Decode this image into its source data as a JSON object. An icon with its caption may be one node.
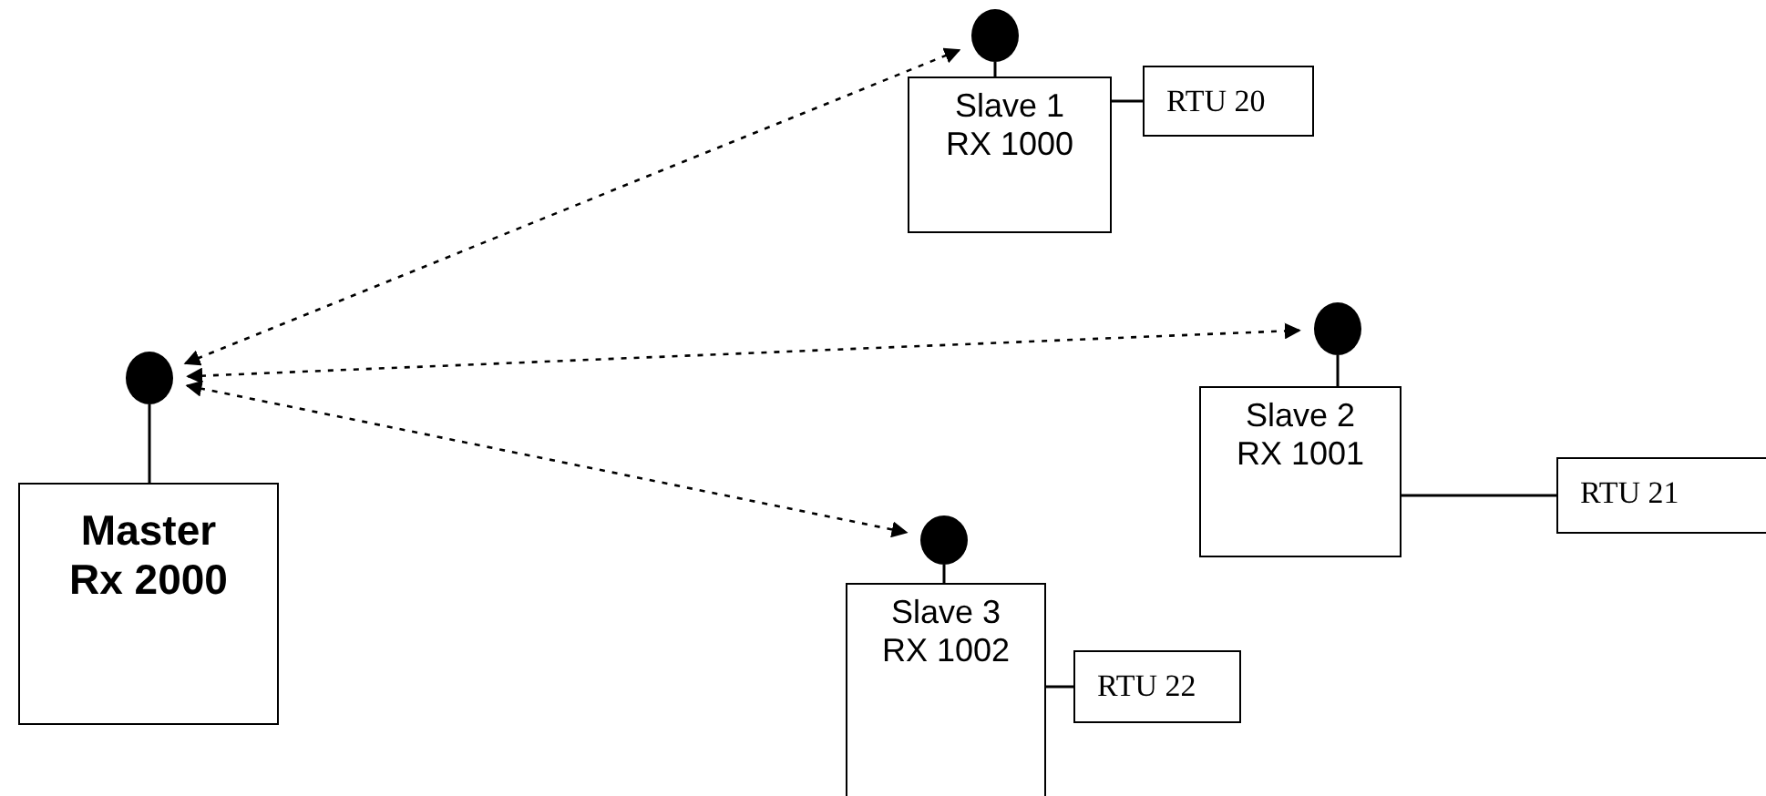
{
  "diagram": {
    "nodes": [
      {
        "text": [],
        "shape": "circle"
      },
      {
        "text": [
          "Slave 1 RX 1000"
        ]
      },
      {
        "text": [
          "RTU 20"
        ]
      },
      {
        "text": [],
        "shape": "circle"
      },
      {
        "text": [],
        "shape": "circle"
      },
      {
        "text": [
          "Slave 2 RX 1001"
        ]
      },
      {
        "text": [
          "RTU 21"
        ]
      },
      {
        "text": [
          "Master Rx 2000"
        ]
      },
      {
        "text": [],
        "shape": "circle"
      },
      {
        "text": [
          "Slave 3 RX 1002"
        ]
      },
      {
        "text": [
          "RTU 22"
        ]
      }
    ],
    "edges": [
      {
        "from": 3,
        "to": 0,
        "arrow": "both",
        "style": "dashed"
      },
      {
        "from": 3,
        "to": 4,
        "arrow": "both",
        "style": "dashed"
      },
      {
        "from": 3,
        "to": 8,
        "arrow": "both",
        "style": "dashed"
      },
      {
        "from": 0,
        "to": 1,
        "arrow": "none"
      },
      {
        "from": 1,
        "to": 2,
        "arrow": "none"
      },
      {
        "from": 3,
        "to": 7,
        "arrow": "none"
      },
      {
        "from": 4,
        "to": 5,
        "arrow": "none"
      },
      {
        "from": 5,
        "to": 6,
        "arrow": "none"
      },
      {
        "from": 8,
        "to": 9,
        "arrow": "none"
      },
      {
        "from": 9,
        "to": 10,
        "arrow": "none"
      }
    ]
  }
}
